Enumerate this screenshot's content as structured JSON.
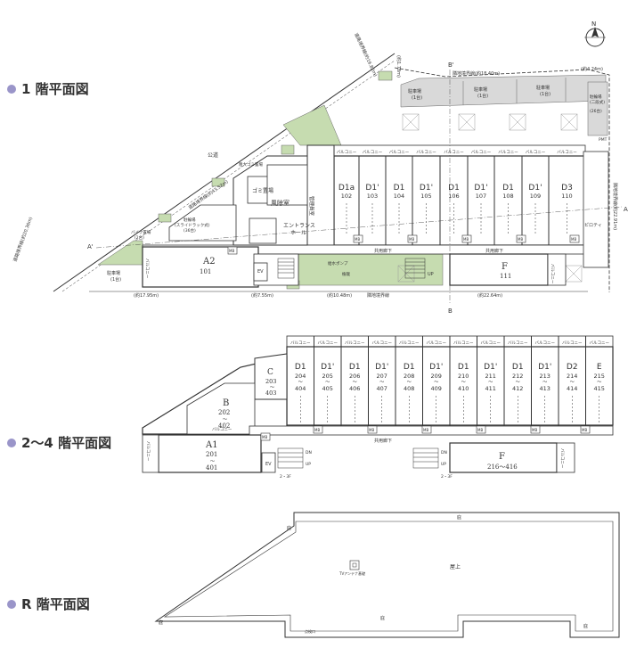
{
  "headings": {
    "floor1": "1 階平面図",
    "floor2to4": "2〜4 階平面図",
    "roof": "R 階平面図"
  },
  "colors": {
    "green": "#c6dcb0",
    "gray": "#d9d9d9",
    "line": "#333333",
    "dot": "#9a95c9"
  },
  "floor1": {
    "north": "N",
    "road_west": "公道",
    "road_boundary_main": "道路境界線(約43.52m)",
    "road_boundary_west": "道路境界線(約20.36m)",
    "road_boundary_north": "道路境界線(約16.82m)",
    "site_boundary_north": "隣地境界線(約18.40m)",
    "site_boundary_east": "隣地境界線(約22.91m)",
    "site_boundary_south": "隣地境界線",
    "dim_178": "(約1.78m)",
    "dim_424": "(約4.24m)",
    "dim_1795": "(約17.95m)",
    "dim_755": "(約7.55m)",
    "dim_1048": "(約10.48m)",
    "dim_2264": "(約22.64m)",
    "section_a": "A",
    "section_a2": "A'",
    "section_b": "B",
    "section_b2": "B'",
    "parking_1": "駐車場\n(1台)",
    "parking_2": "駐車場\n(1台)",
    "parking_3": "駐車場\n(1台)",
    "parking_4": "駐車場\n(1台)",
    "bike_parking": "駐輪場\n(二段式)",
    "bike_count": "(26台)",
    "bike_west": "バイク置場\n(2台)",
    "bike_slide": "駐輪場\n(スライドラック式)\n(36台)",
    "garbage": "ゴミ置場",
    "garbage_large": "粗大ゴミ置場",
    "wind_room": "風除室",
    "entrance_hall": "エントランス\nホール",
    "admin_room": "管理員室",
    "corridor_1": "共用廊下",
    "corridor_2": "共用廊下",
    "pilotis": "ピロティ",
    "planting": "植栽",
    "pump": "給水ポンプ",
    "pmt": "PMT",
    "ev": "EV",
    "up": "UP",
    "balcony": "バルコニー",
    "mb": "MB",
    "units": [
      {
        "type": "D1a",
        "no": "102"
      },
      {
        "type": "D1'",
        "no": "103"
      },
      {
        "type": "D1",
        "no": "104"
      },
      {
        "type": "D1'",
        "no": "105"
      },
      {
        "type": "D1",
        "no": "106"
      },
      {
        "type": "D1'",
        "no": "107"
      },
      {
        "type": "D1",
        "no": "108"
      },
      {
        "type": "D1'",
        "no": "109"
      },
      {
        "type": "D3",
        "no": "110"
      }
    ],
    "unit_a2": {
      "type": "A2",
      "no": "101"
    },
    "unit_f": {
      "type": "F",
      "no": "111"
    }
  },
  "floor2": {
    "units": [
      {
        "type": "D1",
        "no": "204",
        "range": "404"
      },
      {
        "type": "D1'",
        "no": "205",
        "range": "405"
      },
      {
        "type": "D1",
        "no": "206",
        "range": "406"
      },
      {
        "type": "D1'",
        "no": "207",
        "range": "407"
      },
      {
        "type": "D1",
        "no": "208",
        "range": "408"
      },
      {
        "type": "D1'",
        "no": "209",
        "range": "409"
      },
      {
        "type": "D1",
        "no": "210",
        "range": "410"
      },
      {
        "type": "D1'",
        "no": "211",
        "range": "411"
      },
      {
        "type": "D1",
        "no": "212",
        "range": "412"
      },
      {
        "type": "D1'",
        "no": "213",
        "range": "413"
      },
      {
        "type": "D2",
        "no": "214",
        "range": "414"
      },
      {
        "type": "E",
        "no": "215",
        "range": "415"
      }
    ],
    "unit_c": {
      "type": "C",
      "no": "203",
      "range": "403"
    },
    "unit_b": {
      "type": "B",
      "no": "202",
      "range": "402"
    },
    "unit_a1": {
      "type": "A1",
      "no": "201",
      "range": "401"
    },
    "unit_f": {
      "type": "F",
      "no": "216〜416"
    },
    "tilde": "〜",
    "corridor": "共用廊下",
    "balcony": "バルコニー",
    "mb": "MB",
    "ev": "EV",
    "dn": "DN",
    "up": "UP",
    "stair_label_1": "2・3F",
    "stair_label_2": "2・3F"
  },
  "roof": {
    "roof_label": "屋上",
    "antenna": "TVアンテナ基礎",
    "ridge": "庇",
    "hatch": "点検口"
  }
}
